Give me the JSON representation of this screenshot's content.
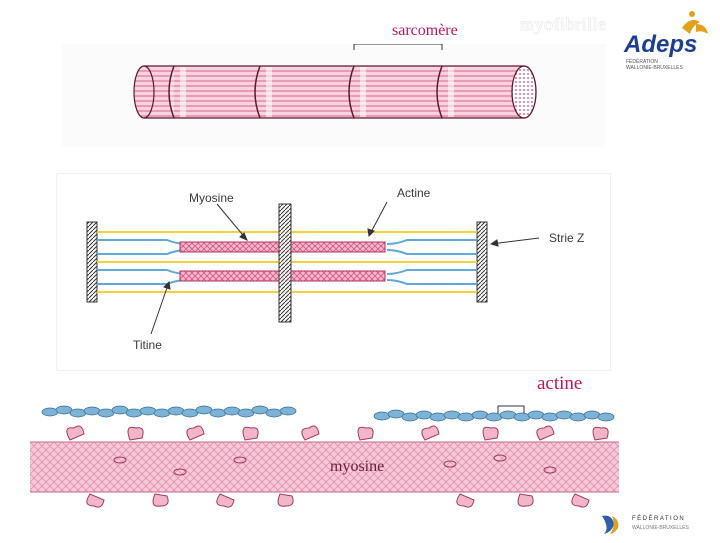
{
  "labels": {
    "sarcomere": "sarcomère",
    "myofibrille": "myofibrille",
    "actine": "actine",
    "myosine": "myosine"
  },
  "diagram": {
    "myosine": "Myosine",
    "actine": "Actine",
    "strie_z": "Strie Z",
    "titine": "Titine"
  },
  "logo": {
    "brand": "Adeps",
    "subtitle_1": "FÉDÉRATION",
    "subtitle_2": "WALLONIE-BRUXELLES"
  },
  "footer_logo": {
    "line1": "FÉDÉRATION",
    "line2": "WALLONIE-BRUXELLES"
  },
  "colors": {
    "accent": "#c0145c",
    "myosin_pink": "#e89ab4",
    "actin_blue": "#7fb3d6",
    "titin_yellow": "#f2d23c"
  }
}
